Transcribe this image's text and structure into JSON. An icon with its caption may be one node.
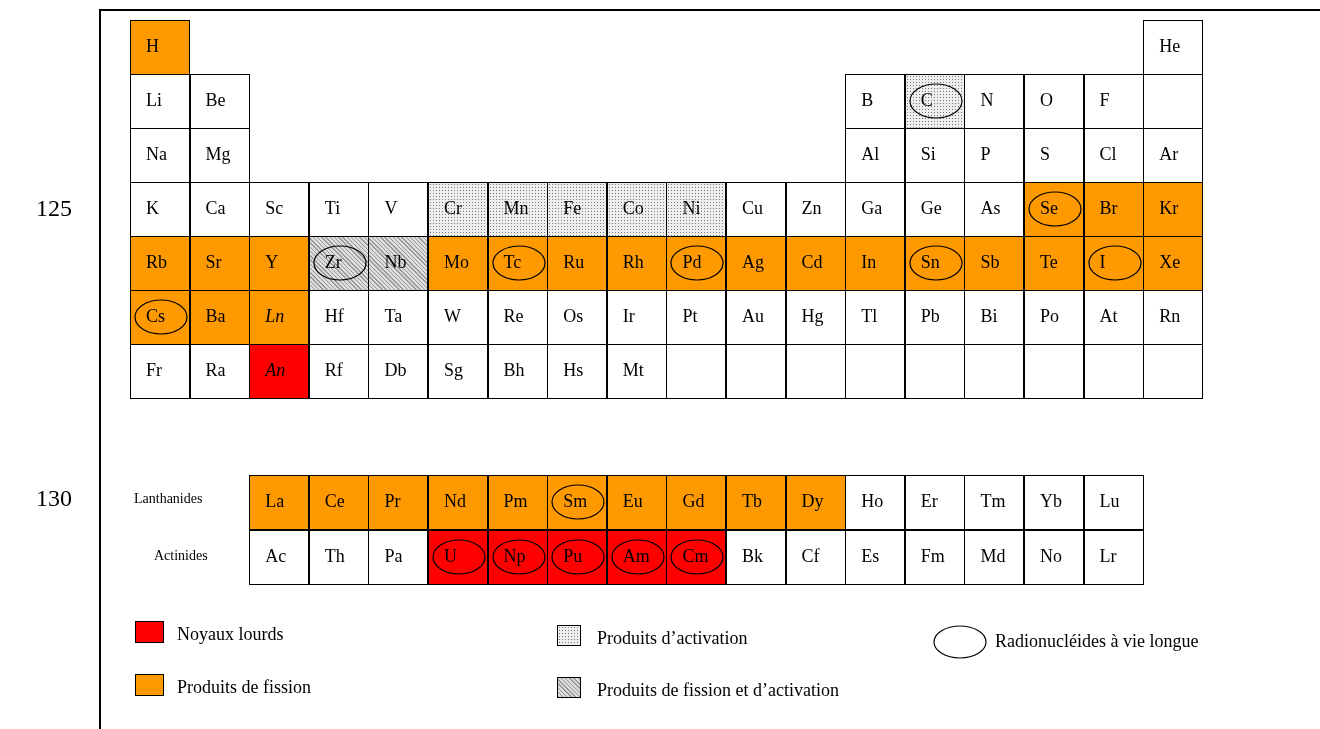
{
  "diagram": {
    "nodes": [
      {
        "text": [
          "H"
        ]
      },
      {
        "text": [
          "He"
        ]
      },
      {
        "text": [
          "Li"
        ]
      },
      {
        "text": [
          "Be"
        ]
      },
      {
        "text": [
          "B"
        ]
      },
      {
        "text": [
          "C"
        ]
      },
      {
        "text": [
          "N"
        ]
      },
      {
        "text": [
          "O"
        ]
      },
      {
        "text": [
          "F"
        ]
      },
      {
        "text": [],
        "shape": "box"
      },
      {
        "text": [
          "Na"
        ]
      },
      {
        "text": [
          "Mg"
        ]
      },
      {
        "text": [
          "Al"
        ]
      },
      {
        "text": [
          "Si"
        ]
      },
      {
        "text": [
          "P"
        ]
      },
      {
        "text": [
          "S"
        ]
      },
      {
        "text": [
          "Cl"
        ]
      },
      {
        "text": [
          "Ar"
        ]
      },
      {
        "text": [
          "K"
        ]
      },
      {
        "text": [
          "Ca"
        ]
      },
      {
        "text": [
          "Sc"
        ]
      },
      {
        "text": [
          "Ti"
        ]
      },
      {
        "text": [
          "V"
        ]
      },
      {
        "text": [
          "Cr"
        ]
      },
      {
        "text": [
          "Mn"
        ]
      },
      {
        "text": [
          "Fe"
        ]
      },
      {
        "text": [
          "Co"
        ]
      },
      {
        "text": [
          "Ni"
        ]
      },
      {
        "text": [
          "Cu"
        ]
      },
      {
        "text": [
          "Zn"
        ]
      },
      {
        "text": [
          "Ga"
        ]
      },
      {
        "text": [
          "Ge"
        ]
      },
      {
        "text": [
          "As"
        ]
      },
      {
        "text": [
          "Se"
        ]
      },
      {
        "text": [
          "Br"
        ]
      },
      {
        "text": [
          "Kr"
        ]
      },
      {
        "text": [
          "Rb"
        ]
      },
      {
        "text": [
          "Sr"
        ]
      },
      {
        "text": [
          "Y"
        ]
      },
      {
        "text": [
          "Zr"
        ]
      },
      {
        "text": [
          "Nb"
        ]
      },
      {
        "text": [
          "Mo"
        ]
      },
      {
        "text": [
          "Tc"
        ]
      },
      {
        "text": [
          "Ru"
        ]
      },
      {
        "text": [
          "Rh"
        ]
      },
      {
        "text": [
          "Pd"
        ]
      },
      {
        "text": [
          "Ag"
        ]
      },
      {
        "text": [
          "Cd"
        ]
      },
      {
        "text": [
          "In"
        ]
      },
      {
        "text": [
          "Sn"
        ]
      },
      {
        "text": [
          "Sb"
        ]
      },
      {
        "text": [
          "Te"
        ]
      },
      {
        "text": [
          "I"
        ]
      },
      {
        "text": [
          "Xe"
        ]
      },
      {
        "text": [
          "Cs"
        ]
      },
      {
        "text": [
          "Ba"
        ]
      },
      {
        "text": [
          "Ln"
        ]
      },
      {
        "text": [
          "Hf"
        ]
      },
      {
        "text": [
          "Ta"
        ]
      },
      {
        "text": [
          "W"
        ]
      },
      {
        "text": [
          "Re"
        ]
      },
      {
        "text": [
          "Os"
        ]
      },
      {
        "text": [
          "Ir"
        ]
      },
      {
        "text": [
          "Pt"
        ]
      },
      {
        "text": [
          "Au"
        ]
      },
      {
        "text": [
          "Hg"
        ]
      },
      {
        "text": [
          "Tl"
        ]
      },
      {
        "text": [
          "Pb"
        ]
      },
      {
        "text": [
          "Bi"
        ]
      },
      {
        "text": [
          "Po"
        ]
      },
      {
        "text": [
          "At"
        ]
      },
      {
        "text": [
          "Rn"
        ]
      },
      {
        "text": [
          "Fr"
        ]
      },
      {
        "text": [
          "Ra"
        ]
      },
      {
        "text": [
          "An"
        ]
      },
      {
        "text": [
          "Rf"
        ]
      },
      {
        "text": [
          "Db"
        ]
      },
      {
        "text": [
          "Sg"
        ]
      },
      {
        "text": [
          "Bh"
        ]
      },
      {
        "text": [
          "Hs"
        ]
      },
      {
        "text": [
          "Mt"
        ]
      },
      {
        "text": [],
        "shape": "box"
      },
      {
        "text": [],
        "shape": "box"
      },
      {
        "text": [],
        "shape": "box"
      },
      {
        "text": [],
        "shape": "box"
      },
      {
        "text": [],
        "shape": "box"
      },
      {
        "text": [],
        "shape": "box"
      },
      {
        "text": [],
        "shape": "box"
      },
      {
        "text": [],
        "shape": "box"
      },
      {
        "text": [],
        "shape": "box"
      },
      {
        "text": [
          "La"
        ]
      },
      {
        "text": [
          "Ce"
        ]
      },
      {
        "text": [
          "Pr"
        ]
      },
      {
        "text": [
          "Nd"
        ]
      },
      {
        "text": [
          "Pm"
        ]
      },
      {
        "text": [
          "Sm"
        ]
      },
      {
        "text": [
          "Eu"
        ]
      },
      {
        "text": [
          "Gd"
        ]
      },
      {
        "text": [
          "Tb"
        ]
      },
      {
        "text": [
          "Dy"
        ]
      },
      {
        "text": [
          "Ho"
        ]
      },
      {
        "text": [
          "Er"
        ]
      },
      {
        "text": [
          "Tm"
        ]
      },
      {
        "text": [
          "Yb"
        ]
      },
      {
        "text": [
          "Lu"
        ]
      },
      {
        "text": [
          "Ac"
        ]
      },
      {
        "text": [
          "Th"
        ]
      },
      {
        "text": [
          "Pa"
        ]
      },
      {
        "text": [
          "U"
        ]
      },
      {
        "text": [
          "Np"
        ]
      },
      {
        "text": [
          "Pu"
        ]
      },
      {
        "text": [
          "Am"
        ]
      },
      {
        "text": [
          "Cm"
        ]
      },
      {
        "text": [
          "Bk"
        ]
      },
      {
        "text": [
          "Cf"
        ]
      },
      {
        "text": [
          "Es"
        ]
      },
      {
        "text": [
          "Fm"
        ]
      },
      {
        "text": [
          "Md"
        ]
      },
      {
        "text": [
          "No"
        ]
      },
      {
        "text": [
          "Lr"
        ]
      }
    ],
    "labels": [
      "125",
      "130",
      "Lanthanides",
      "Actinides"
    ],
    "legend": [
      {
        "text": "Noyaux lourds",
        "color": "#ff0000"
      },
      {
        "text": "Produits de fission",
        "color": "#ff9900"
      },
      {
        "text": "Produits d’activation"
      },
      {
        "text": "Produits de fission et d’activation"
      },
      {
        "text": "Radionucléides à vie longue"
      }
    ]
  }
}
